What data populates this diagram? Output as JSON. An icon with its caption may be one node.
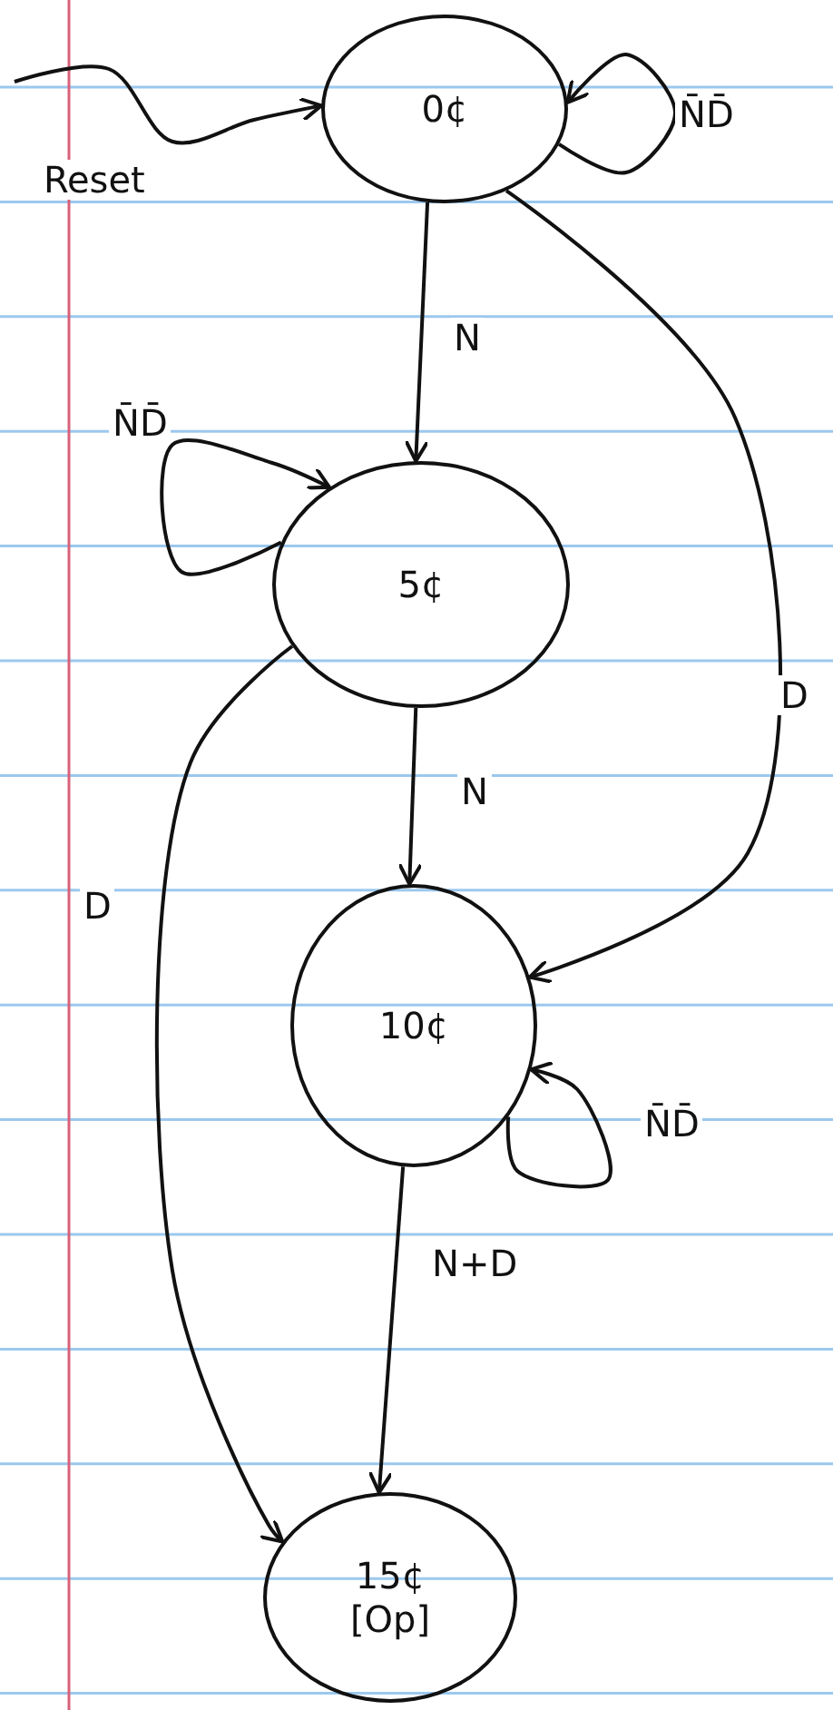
{
  "diagram": {
    "nodes": [
      {
        "text": [
          "0¢"
        ]
      },
      {
        "text": [
          "5¢"
        ]
      },
      {
        "text": [
          "10¢"
        ]
      },
      {
        "text": [
          "15¢",
          "[Op]"
        ]
      }
    ],
    "edges": [
      {
        "from": null,
        "to": 0,
        "arrow": "to",
        "label": "Reset"
      },
      {
        "from": 0,
        "to": 0,
        "arrow": "to",
        "label": "N̄D̄"
      },
      {
        "from": 0,
        "to": 1,
        "arrow": "to",
        "label": "N"
      },
      {
        "from": 0,
        "to": 2,
        "arrow": "to",
        "label": "D"
      },
      {
        "from": 1,
        "to": 1,
        "arrow": "to",
        "label": "N̄D̄"
      },
      {
        "from": 1,
        "to": 2,
        "arrow": "to",
        "label": "N"
      },
      {
        "from": 1,
        "to": 3,
        "arrow": "to",
        "label": "D"
      },
      {
        "from": 2,
        "to": 2,
        "arrow": "to",
        "label": "N̄D̄"
      },
      {
        "from": 2,
        "to": 3,
        "arrow": "to",
        "label": "N+D"
      }
    ]
  }
}
